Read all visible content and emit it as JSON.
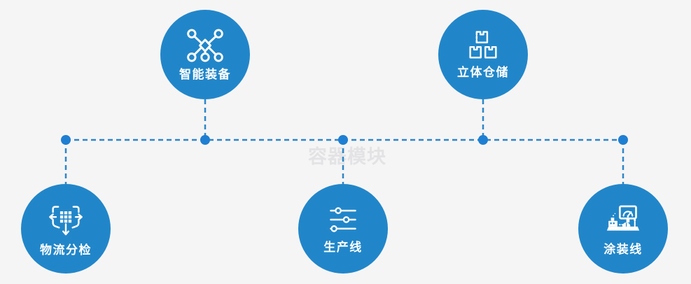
{
  "watermark": {
    "text": "容器模块"
  },
  "colors": {
    "bg": "#f5f5f6",
    "circle": "#2186c9",
    "line": "#2e86c8",
    "dot": "#1e7fd2",
    "label": "#ffffff",
    "watermark": "#e3e3e5"
  },
  "diagram": {
    "type": "network-layout-diagram",
    "connector_style": "dashed-with-junction-dots"
  },
  "nodes": [
    {
      "id": "smart-equipment",
      "label": "智能装备",
      "icon": "network-nodes-icon",
      "row": "top"
    },
    {
      "id": "stereo-warehouse",
      "label": "立体仓储",
      "icon": "stacked-boxes-icon",
      "row": "top"
    },
    {
      "id": "logistics-sorting",
      "label": "物流分检",
      "icon": "sorting-crossroads-icon",
      "row": "bottom"
    },
    {
      "id": "production-line",
      "label": "生产线",
      "icon": "sliders-icon",
      "row": "bottom"
    },
    {
      "id": "painting-line",
      "label": "涂装线",
      "icon": "control-station-icon",
      "row": "bottom"
    }
  ]
}
